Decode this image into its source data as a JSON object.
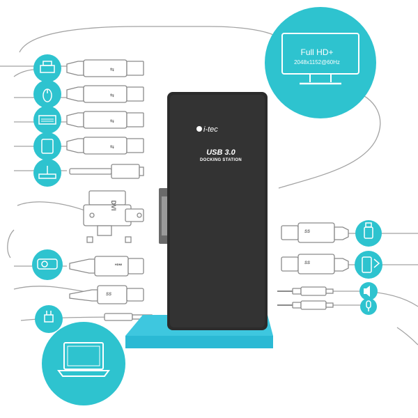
{
  "monitor_callout": {
    "title": "Full HD+",
    "resolution": "2048x1152@60Hz"
  },
  "dock": {
    "brand": "i-tec",
    "model": "USB 3.0",
    "subtitle": "DOCKING STATION"
  },
  "connector_labels": {
    "dvi": "DVI",
    "hdmi": "HDMI",
    "superspeed": "SS"
  },
  "colors": {
    "accent": "#2ec3cf",
    "dock_body": "#2b2b2b",
    "line": "#9a9a9a",
    "connector": "#ffffff"
  },
  "left_devices": [
    "printer-icon",
    "mouse-icon",
    "keyboard-icon",
    "tablet-icon",
    "router-icon",
    "projector-icon",
    "power-plug-icon",
    "laptop-icon"
  ],
  "right_devices": [
    "usb-stick-icon",
    "phone-icon",
    "speaker-icon",
    "microphone-icon"
  ]
}
